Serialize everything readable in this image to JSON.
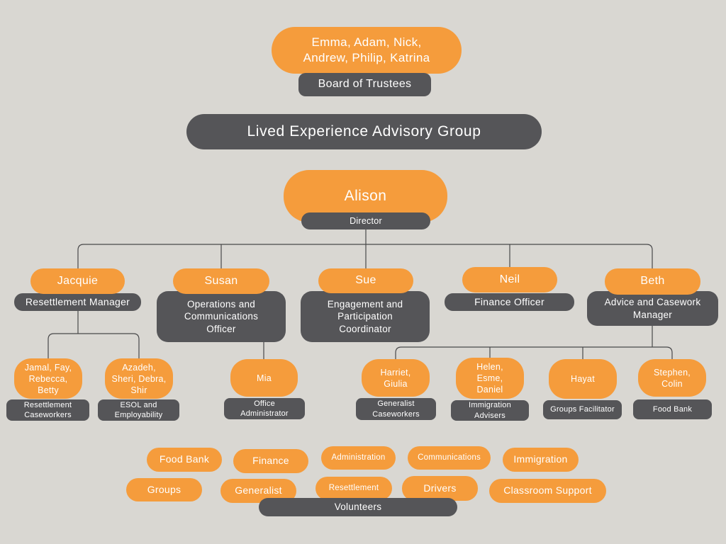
{
  "colors": {
    "background": "#D9D7D2",
    "orange": "#F59C3C",
    "dark": "#555558",
    "line": "#48484A",
    "text": "#FFFFFF"
  },
  "board": {
    "names": "Emma, Adam, Nick,\nAndrew, Philip, Katrina",
    "label": "Board of Trustees"
  },
  "advisory": {
    "label": "Lived Experience Advisory Group"
  },
  "director": {
    "name": "Alison",
    "label": "Director"
  },
  "managers": [
    {
      "name": "Jacquie",
      "label": "Resettlement Manager"
    },
    {
      "name": "Susan",
      "label": "Operations and\nCommunications\nOfficer"
    },
    {
      "name": "Sue",
      "label": "Engagement and\nParticipation\nCoordinator"
    },
    {
      "name": "Neil",
      "label": "Finance Officer"
    },
    {
      "name": "Beth",
      "label": "Advice and Casework\nManager"
    }
  ],
  "staff": [
    {
      "name": "Jamal, Fay,\nRebecca,\nBetty",
      "label": "Resettlement\nCaseworkers"
    },
    {
      "name": "Azadeh,\nSheri, Debra,\nShir",
      "label": "ESOL and\nEmployability"
    },
    {
      "name": "Mia",
      "label": "Office\nAdministrator"
    },
    {
      "name": "Harriet,\nGiulia",
      "label": "Generalist\nCaseworkers"
    },
    {
      "name": "Helen,\nEsme,\nDaniel",
      "label": "Immigration\nAdvisers"
    },
    {
      "name": "Hayat",
      "label": "Groups Facilitator"
    },
    {
      "name": "Stephen,\nColin",
      "label": "Food Bank"
    }
  ],
  "volunteers": {
    "bar_label": "Volunteers",
    "tags_row1": [
      "Food Bank",
      "Finance",
      "Administration",
      "Communications",
      "Immigration"
    ],
    "tags_row2": [
      "Groups",
      "Generalist",
      "Resettlement",
      "Drivers",
      "Classroom Support"
    ]
  }
}
